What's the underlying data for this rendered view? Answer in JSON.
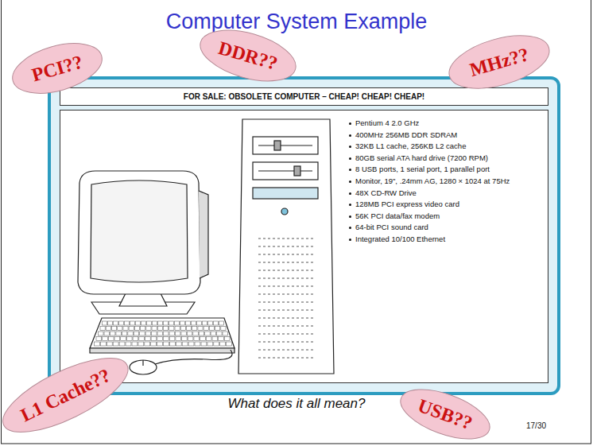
{
  "diagram": {
    "title": "Computer System Example",
    "nodes": [
      {
        "text": [
          "PCI??"
        ]
      },
      {
        "text": [
          "DDR??"
        ]
      },
      {
        "text": [
          "MHz??"
        ]
      },
      {
        "text": [
          "FOR SALE: OBSOLETE COMPUTER – CHEAP! CHEAP! CHEAP!"
        ]
      },
      {
        "text": [
          "Pentium 4 2.0 GHz",
          "400MHz 256MB DDR SDRAM",
          "32KB L1 cache, 256KB L2 cache",
          "80GB serial ATA hard drive (7200 RPM)",
          "8 USB ports, 1 serial port, 1 parallel port",
          "Monitor, 19\", .24mm AG, 1280 × 1024 at 75Hz",
          "48X CD-RW Drive",
          "128MB PCI express video card",
          "56K PCI data/fax modem",
          "64-bit PCI sound card",
          "Integrated 10/100 Ethernet"
        ]
      },
      {
        "text": [
          "L1 Cache??"
        ]
      },
      {
        "text": [
          "USB??"
        ]
      }
    ],
    "labels": [
      "What does it all mean?",
      "17/30"
    ]
  }
}
